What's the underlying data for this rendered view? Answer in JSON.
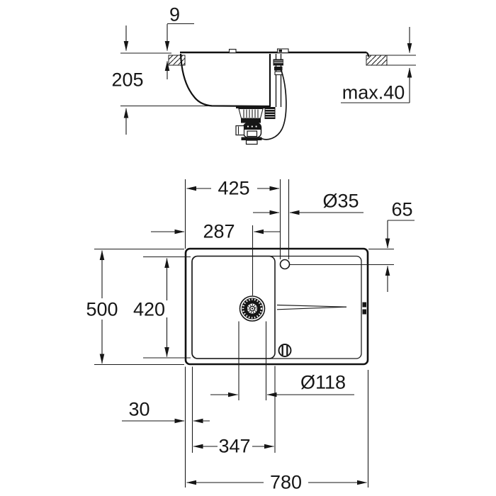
{
  "diagram": {
    "kind": "sink-installation-technical-drawing",
    "colors": {
      "ink": "#161616",
      "background": "#ffffff"
    },
    "side_view": {
      "rim_height": "9",
      "bowl_depth": "205",
      "counter_thickness": "max.40"
    },
    "plan_view": {
      "faucet_from_left": "425",
      "faucet_hole_diameter": "Ø35",
      "faucet_from_top_edge": "65",
      "drain_from_left": "287",
      "overall_depth": "500",
      "inner_length": "420",
      "left_rim": "30",
      "drain_diameter": "Ø118",
      "bowl_inner_width": "347",
      "overall_width": "780"
    }
  }
}
